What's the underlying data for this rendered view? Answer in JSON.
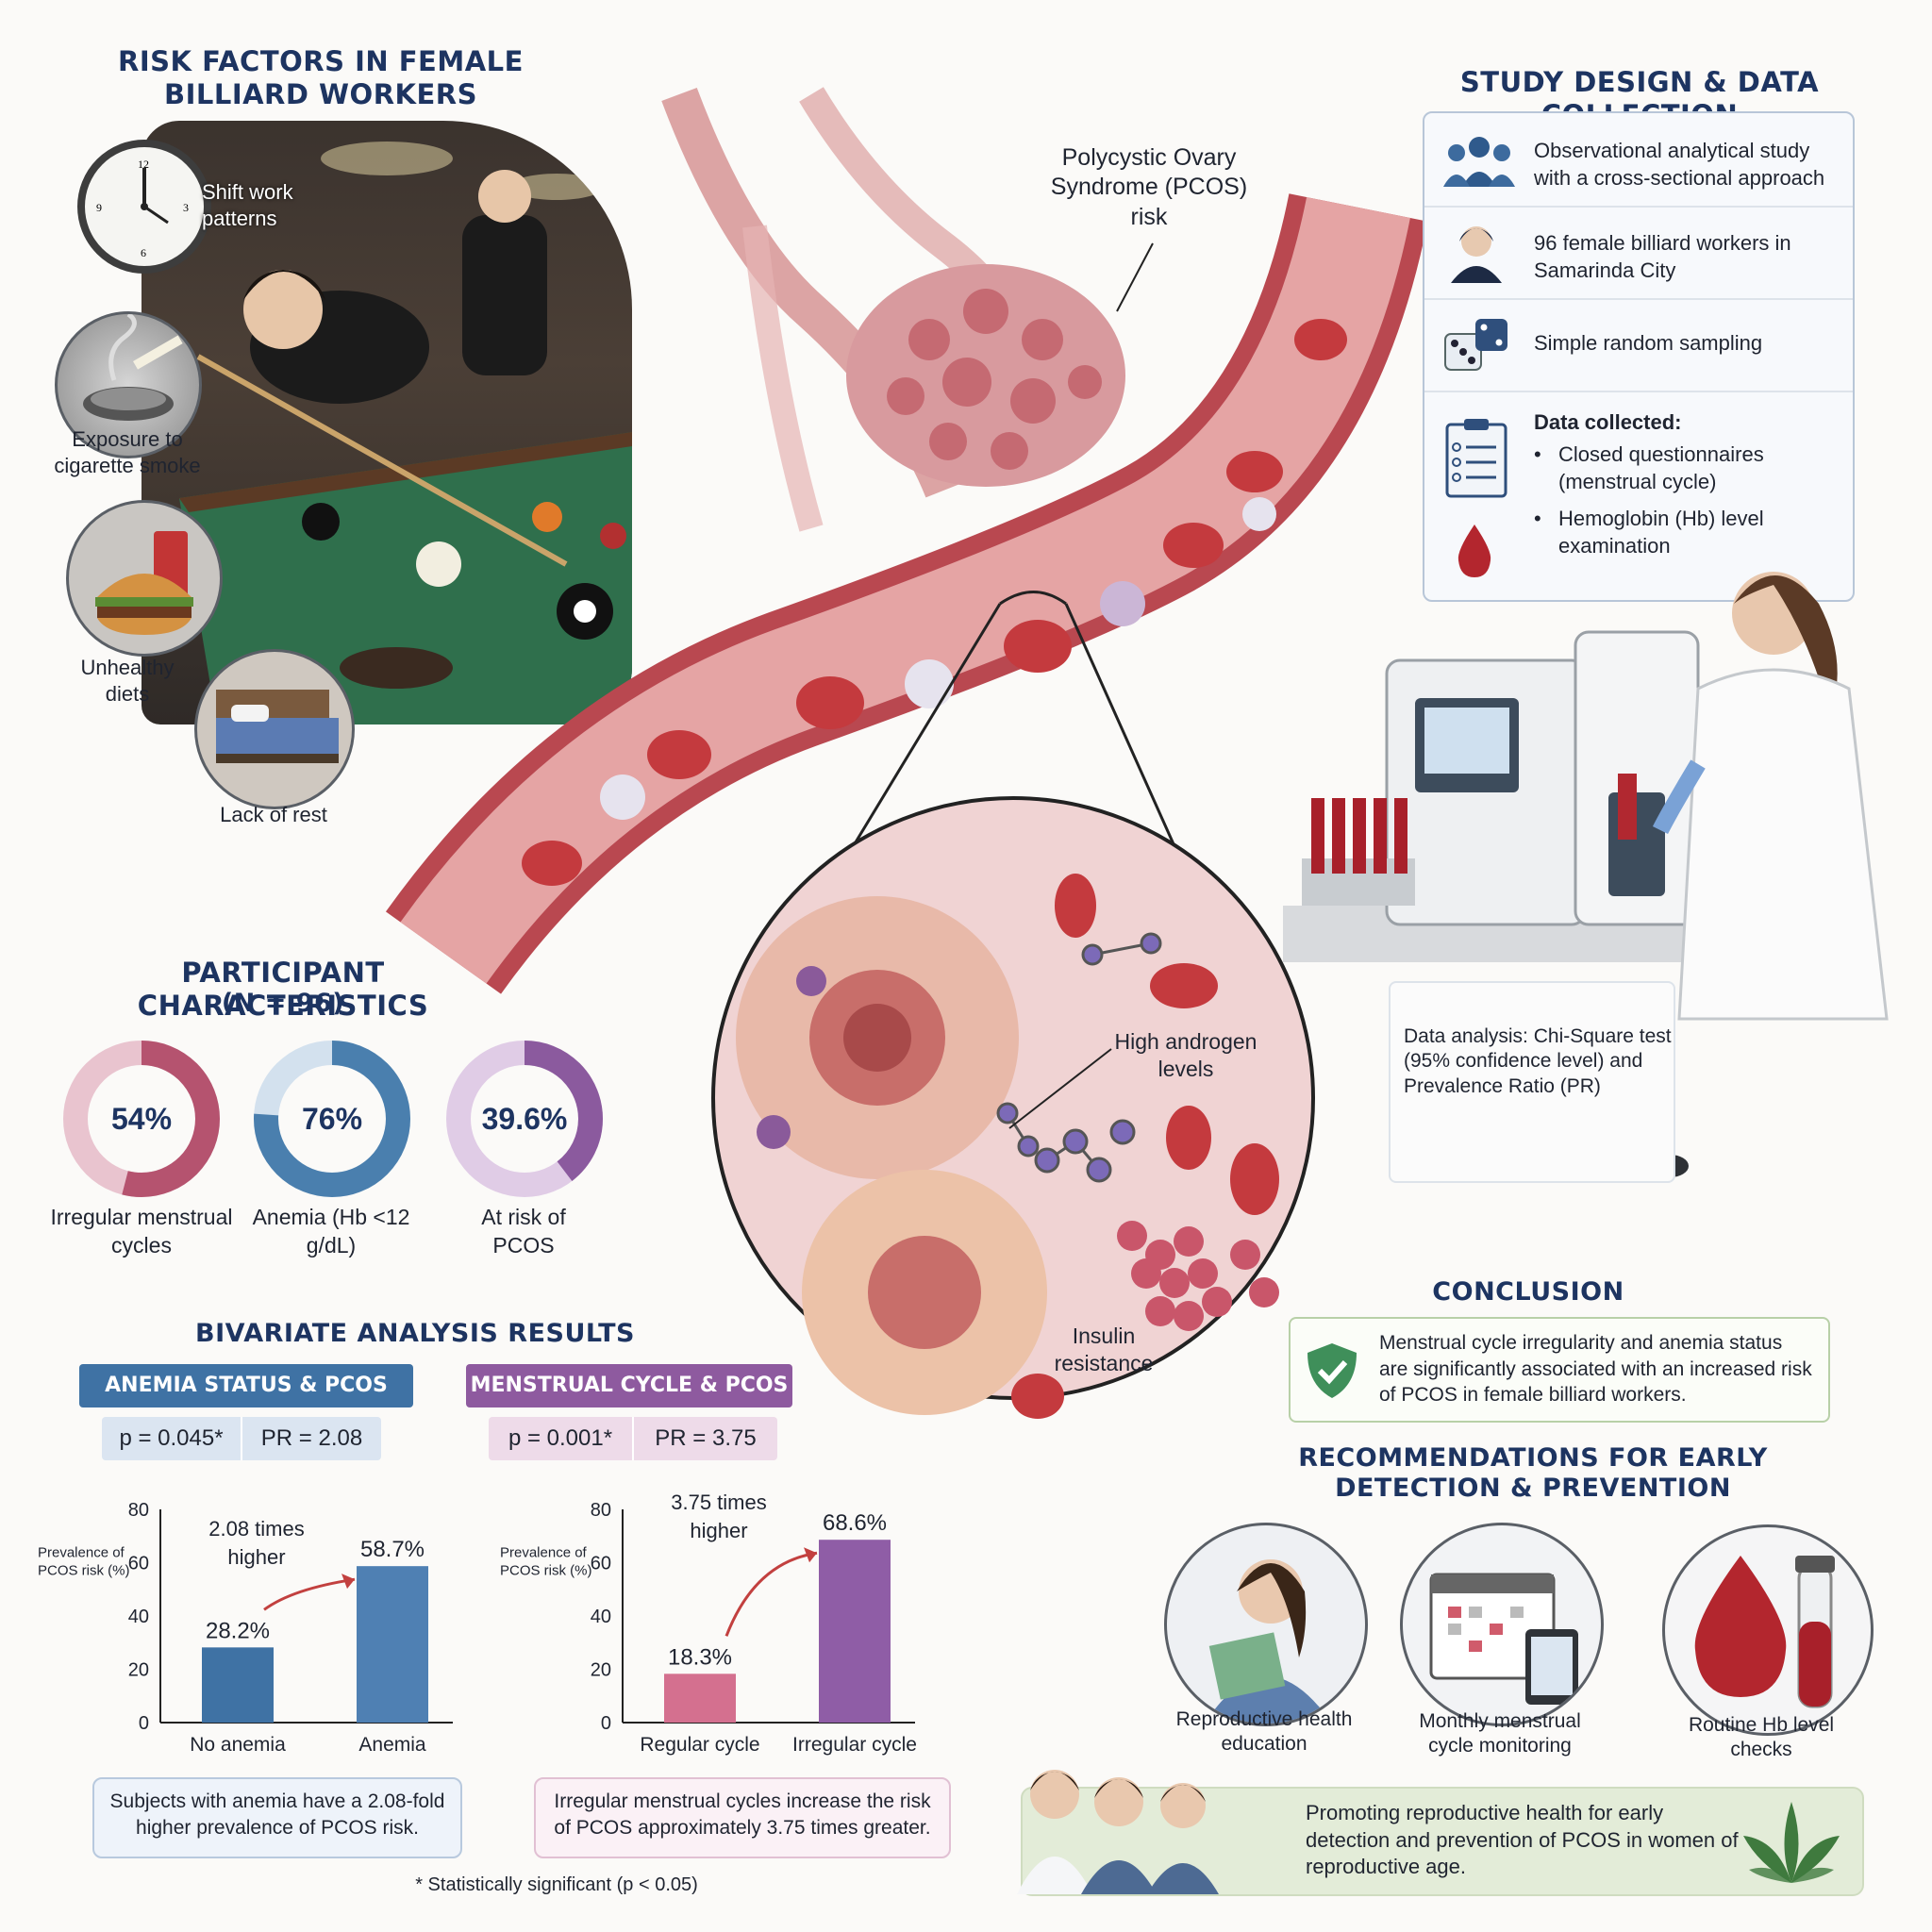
{
  "risk_factors": {
    "title": "RISK FACTORS IN FEMALE BILLIARD WORKERS",
    "items": [
      {
        "label": "Shift work patterns",
        "icon": "clock-icon"
      },
      {
        "label": "Exposure to cigarette smoke",
        "icon": "ashtray-cigarette-icon"
      },
      {
        "label": "Unhealthy diets",
        "icon": "fast-food-icon"
      },
      {
        "label": "Lack of rest",
        "icon": "bed-icon"
      }
    ]
  },
  "anatomy": {
    "ovary_label": "Polycystic Ovary Syndrome (PCOS) risk",
    "androgen_label": "High androgen levels",
    "insulin_label": "Insulin resistance"
  },
  "study_design": {
    "title": "STUDY DESIGN & DATA COLLECTION",
    "rows": [
      {
        "text": "Observational analytical study with a cross-sectional approach",
        "icon": "group-people-icon"
      },
      {
        "text": "96 female billiard workers in Samarinda City",
        "icon": "woman-worker-icon"
      },
      {
        "text": "Simple random sampling",
        "icon": "dice-icon"
      }
    ],
    "data_collected_title": "Data collected:",
    "data_collected": [
      "Closed questionnaires (menstrual cycle)",
      "Hemoglobin (Hb) level examination"
    ],
    "analysis": "Data analysis: Chi-Square test (95% confidence level) and Prevalence Ratio (PR)"
  },
  "participants": {
    "title": "PARTICIPANT CHARACTERISTICS",
    "subtitle": "(N = 96)",
    "stats": [
      {
        "value": 54,
        "label_value": "54%",
        "label": "Irregular menstrual cycles",
        "color": "#b5536f",
        "track": "#e9c4cf"
      },
      {
        "value": 76,
        "label_value": "76%",
        "label": "Anemia (Hb <12 g/dL)",
        "color": "#4a7fae",
        "track": "#d3e1ee"
      },
      {
        "value": 39.6,
        "label_value": "39.6%",
        "label": "At risk of PCOS",
        "color": "#8b5a9e",
        "track": "#e0cce6"
      }
    ]
  },
  "bivariate": {
    "title": "BIVARIATE ANALYSIS RESULTS",
    "footnote": "* Statistically significant (p < 0.05)",
    "panels": [
      {
        "badge": "ANEMIA STATUS & PCOS RISK",
        "p": "p = 0.045*",
        "pr": "PR = 2.08",
        "note": "Subjects with anemia have a 2.08-fold higher prevalence of PCOS risk.",
        "badge_color": "#3f72a4",
        "stat_color": "#dbe5f1"
      },
      {
        "badge": "MENSTRUAL CYCLE & PCOS RISK",
        "p": "p = 0.001*",
        "pr": "PR = 3.75",
        "note": "Irregular menstrual cycles increase the risk of PCOS approximately 3.75 times greater.",
        "badge_color": "#8e5a9f",
        "stat_color": "#eedbe9"
      }
    ]
  },
  "chart_data": [
    {
      "type": "bar",
      "categories": [
        "No anemia",
        "Anemia"
      ],
      "values": [
        28.2,
        58.7
      ],
      "value_labels": [
        "28.2%",
        "58.7%"
      ],
      "ylabel": "Prevalence of PCOS risk (%)",
      "ylim": [
        0,
        80
      ],
      "yticks": [
        0,
        20,
        40,
        60,
        80
      ],
      "annotation": "2.08 times higher",
      "colors": [
        "#3f72a4",
        "#4f80b3"
      ],
      "grid": false
    },
    {
      "type": "bar",
      "categories": [
        "Regular cycle",
        "Irregular cycle"
      ],
      "values": [
        18.3,
        68.6
      ],
      "value_labels": [
        "18.3%",
        "68.6%"
      ],
      "ylabel": "Prevalence of PCOS risk (%)",
      "ylim": [
        0,
        80
      ],
      "yticks": [
        0,
        20,
        40,
        60,
        80
      ],
      "annotation": "3.75 times higher",
      "colors": [
        "#d4708f",
        "#8f5da6"
      ],
      "grid": false
    }
  ],
  "conclusion": {
    "title": "CONCLUSION",
    "text": "Menstrual cycle irregularity and anemia status are significantly associated with an increased risk of PCOS in female billiard workers."
  },
  "recommendations": {
    "title": "RECOMMENDATIONS FOR EARLY DETECTION & PREVENTION",
    "items": [
      {
        "label": "Reproductive health education",
        "icon": "woman-reading-icon"
      },
      {
        "label": "Monthly menstrual cycle monitoring",
        "icon": "calendar-tablet-icon"
      },
      {
        "label": "Routine Hb level checks",
        "icon": "blood-drop-tube-icon"
      }
    ],
    "promo": "Promoting reproductive health for early detection and prevention of PCOS in women of reproductive age."
  },
  "colors": {
    "title_navy": "#1d3461",
    "blood_red": "#b3303a",
    "vessel_pink": "#d98a8a"
  }
}
